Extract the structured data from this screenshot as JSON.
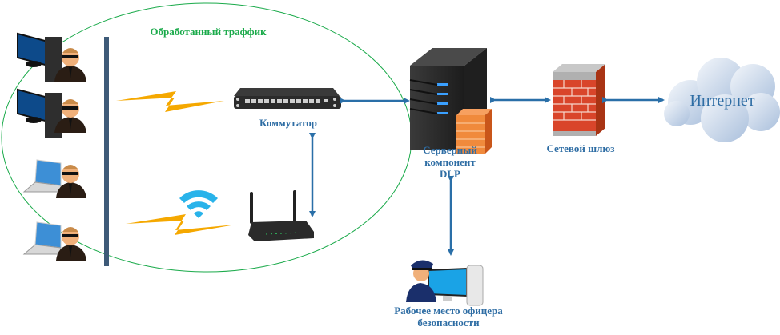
{
  "diagram": {
    "zone_label": "Обработанный траффик",
    "nodes": {
      "switch": {
        "label": "Коммутатор"
      },
      "dlp_server": {
        "label_lines": [
          "Серверный",
          "компонент",
          "DLP"
        ]
      },
      "gateway": {
        "label": "Сетевой шлюз"
      },
      "internet": {
        "label": "Интернет"
      },
      "officer_workstation": {
        "label_lines": [
          "Рабочее место офицера",
          "безопасности"
        ]
      },
      "wireless_router": {
        "label": ""
      }
    },
    "endpoints": [
      {
        "type": "desktop",
        "user": "agent"
      },
      {
        "type": "desktop",
        "user": "agent"
      },
      {
        "type": "laptop",
        "user": "agent"
      },
      {
        "type": "laptop",
        "user": "agent"
      }
    ],
    "connections": [
      {
        "from": "endpoints",
        "to": "switch",
        "kind": "wired-lightning"
      },
      {
        "from": "endpoints",
        "to": "wireless_router",
        "kind": "wireless-lightning"
      },
      {
        "from": "switch",
        "to": "wireless_router",
        "kind": "bidirectional"
      },
      {
        "from": "switch",
        "to": "dlp_server",
        "kind": "bidirectional"
      },
      {
        "from": "dlp_server",
        "to": "gateway",
        "kind": "bidirectional"
      },
      {
        "from": "gateway",
        "to": "internet",
        "kind": "bidirectional"
      },
      {
        "from": "dlp_server",
        "to": "officer_workstation",
        "kind": "bidirectional"
      }
    ],
    "colors": {
      "arrow": "#2a6fa8",
      "label": "#2e6da4",
      "zone": "#1aaa4a",
      "bus": "#3e5a78",
      "lightning": "#f5a800",
      "wifi": "#29b3ea",
      "brick": "#d9452a"
    }
  }
}
